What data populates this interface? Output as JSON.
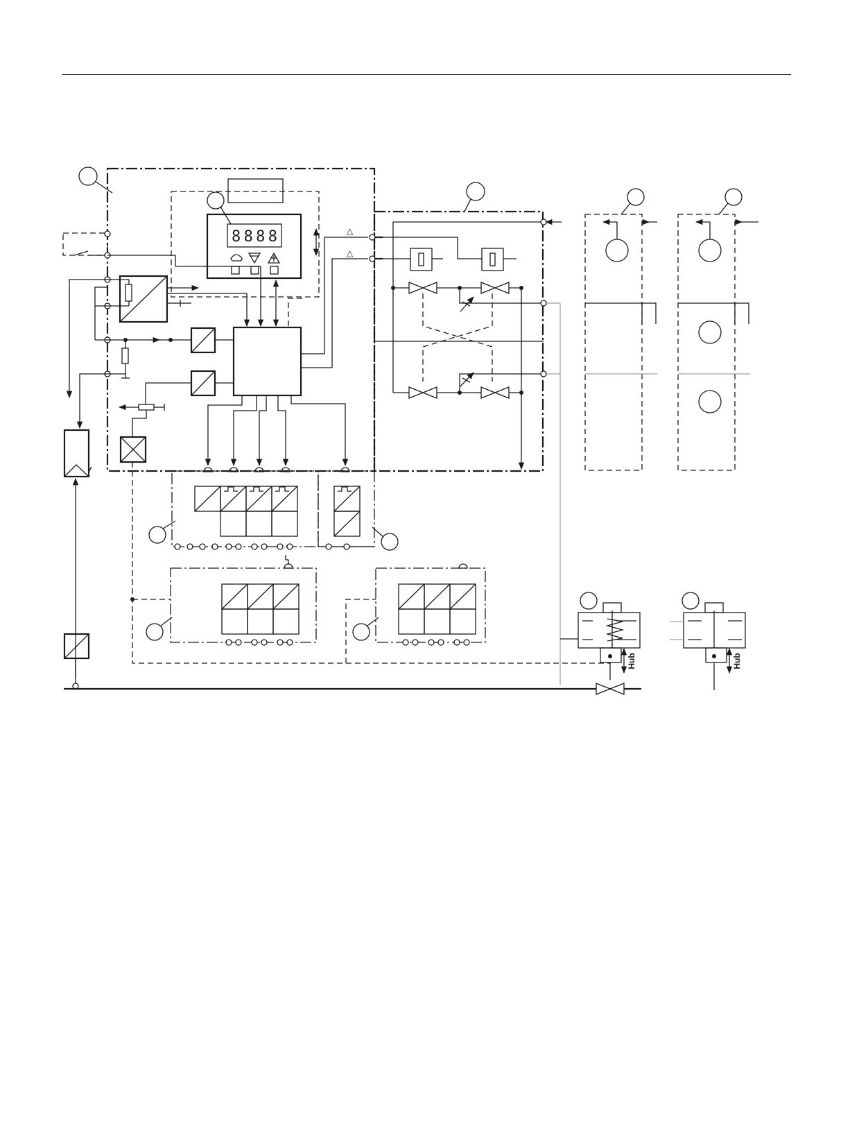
{
  "diagram": {
    "display_digits": "8888",
    "stroke_label_1": "Hub",
    "stroke_label_2": "Hub"
  }
}
